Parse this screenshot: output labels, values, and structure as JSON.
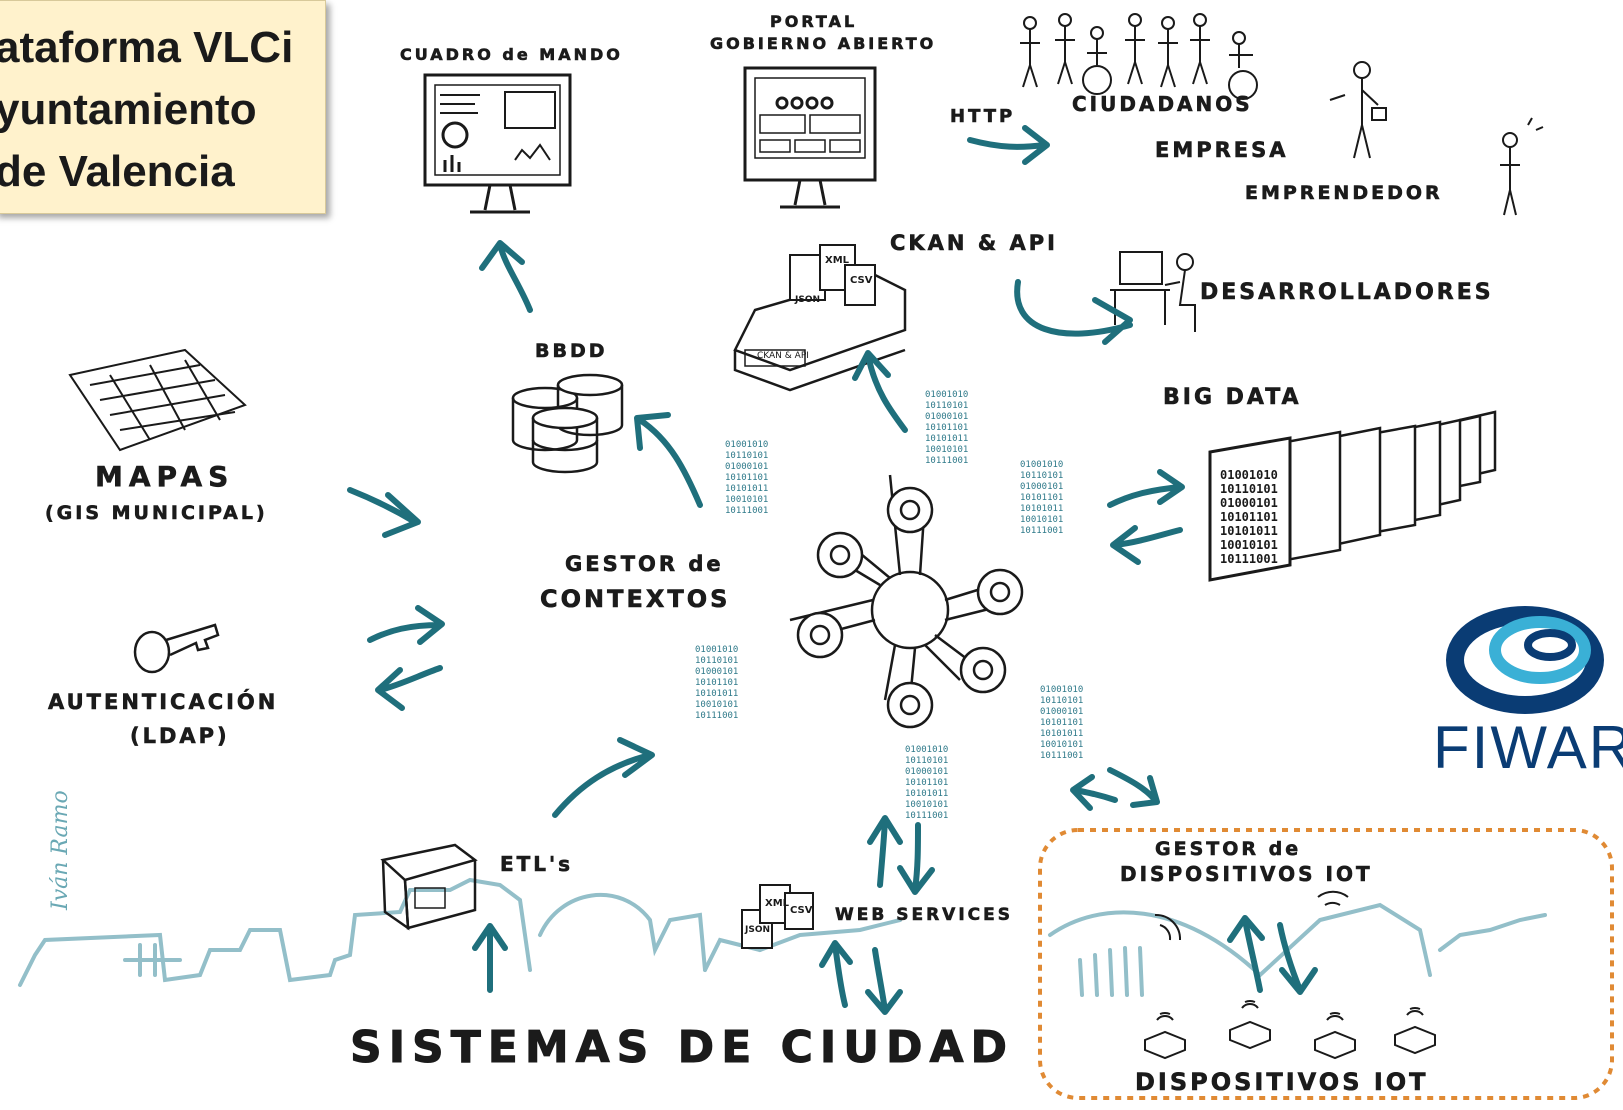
{
  "title": {
    "line1": "ataforma VLCi",
    "line2": "yuntamiento",
    "line3": "de Valencia"
  },
  "labels": {
    "cuadro_de_mando": "CUADRO de MANDO",
    "portal_line1": "PORTAL",
    "portal_line2": "GOBIERNO ABIERTO",
    "http": "HTTP",
    "ciudadanos": "CIUDADANOS",
    "empresa": "EMPRESA",
    "emprendedor": "EMPRENDEDOR",
    "ckan_api": "CKAN & API",
    "desarrolladores": "DESARROLLADORES",
    "bbdd": "BBDD",
    "big_data": "BIG DATA",
    "mapas": "MAPAS",
    "gis": "(GIS MUNICIPAL)",
    "gestor_line1": "GESTOR de",
    "gestor_line2": "CONTEXTOS",
    "autenticacion": "AUTENTICACIÓN",
    "ldap": "(LDAP)",
    "etls": "ETL's",
    "web_services": "WEB SERVICES",
    "gestor_iot_line1": "GESTOR de",
    "gestor_iot_line2": "DISPOSITIVOS IOT",
    "sistemas_de_ciudad": "SISTEMAS DE CIUDAD",
    "dispositivos_iot": "DISPOSITIVOS IOT",
    "fiware": "FIWARE",
    "ckan_tray": "CKAN & API",
    "file_xml": "XML",
    "file_csv": "CSV",
    "file_json": "JSON",
    "signature": "Iván Ramo",
    "binary": [
      "01001010",
      "10110101",
      "01000101",
      "10101101",
      "10101011",
      "10010101",
      "10111001"
    ],
    "big_data_binary": [
      "01001010",
      "10110101",
      "01000101",
      "10101101",
      "10101011",
      "10010101",
      "10111001"
    ]
  },
  "colors": {
    "teal": "#1f6f7c",
    "skyline": "#93bfc9",
    "dashed_box": "#e08a34",
    "title_bg": "#fff2cc",
    "fiware_dark": "#0a3c74",
    "fiware_light": "#3ab0d6"
  }
}
